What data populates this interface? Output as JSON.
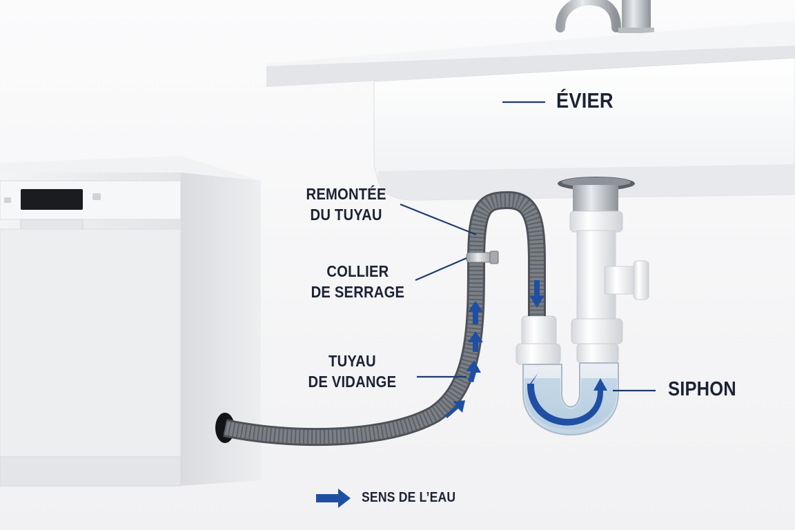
{
  "labels": {
    "sink": "ÉVIER",
    "hose_rise_line1": "REMONTÉE",
    "hose_rise_line2": "DU TUYAU",
    "clamp_line1": "COLLIER",
    "clamp_line2": "DE SERRAGE",
    "drain_hose_line1": "TUYAU",
    "drain_hose_line2": "DE VIDANGE",
    "trap": "SIPHON"
  },
  "legend": {
    "text": "SENS DE L’EAU",
    "icon": "arrow-right-icon"
  },
  "colors": {
    "background": "#f7f7f8",
    "text": "#1b2233",
    "leader_line": "#1e3a6e",
    "flow_arrow": "#1f4fa3",
    "hose": "#686c72",
    "sink": "#ffffff",
    "dishwasher": "#e9eaec",
    "display": "#1a1c20"
  }
}
